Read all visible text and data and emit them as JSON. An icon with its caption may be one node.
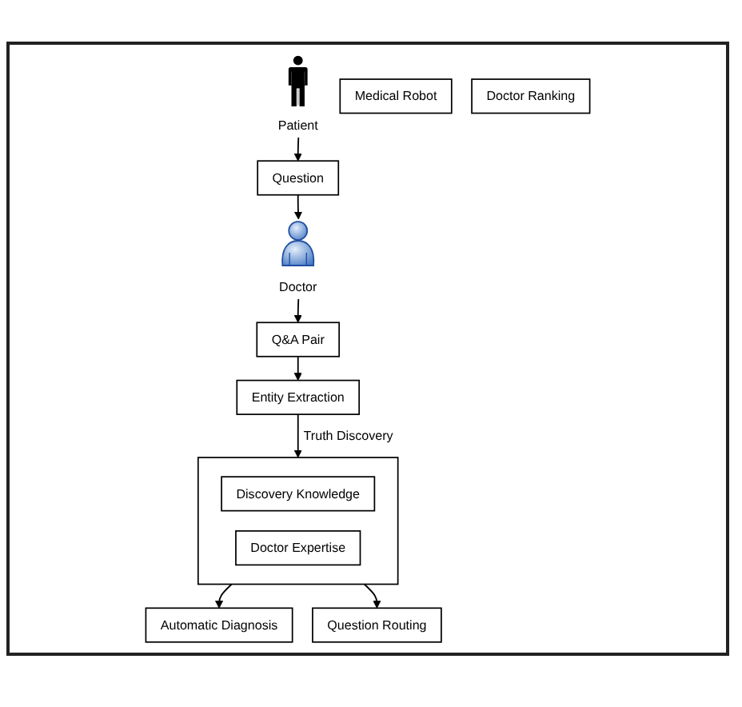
{
  "diagram": {
    "nodes": [
      {
        "text": [
          "Patient"
        ]
      },
      {
        "text": [
          "Question"
        ]
      },
      {
        "text": [
          "Doctor"
        ]
      },
      {
        "text": [
          "Q&A Pair"
        ]
      },
      {
        "text": [
          "Entity Extraction"
        ]
      },
      {
        "text": [
          "Medical Robot"
        ]
      },
      {
        "text": [
          "Automatic Diagnosis"
        ]
      },
      {
        "text": [
          "Doctor Ranking"
        ]
      },
      {
        "text": [
          "Question Routing"
        ]
      },
      {
        "text": [],
        "shape": "box"
      },
      {
        "text": [
          "Discovery Knowledge"
        ],
        "in": 9
      },
      {
        "text": [
          "Doctor Expertise"
        ],
        "in": 9
      }
    ],
    "edges": [
      {
        "from": 0,
        "to": 1,
        "arrow": "to"
      },
      {
        "from": 1,
        "to": 2,
        "arrow": "to"
      },
      {
        "from": 2,
        "to": 3,
        "arrow": "to"
      },
      {
        "from": 3,
        "to": 4,
        "arrow": "to"
      },
      {
        "from": 4,
        "to": 9,
        "arrow": "to",
        "label": "Truth Discovery"
      },
      {
        "from": 9,
        "to": 6,
        "arrow": "to"
      },
      {
        "from": 9,
        "to": 8,
        "arrow": "to"
      }
    ]
  }
}
